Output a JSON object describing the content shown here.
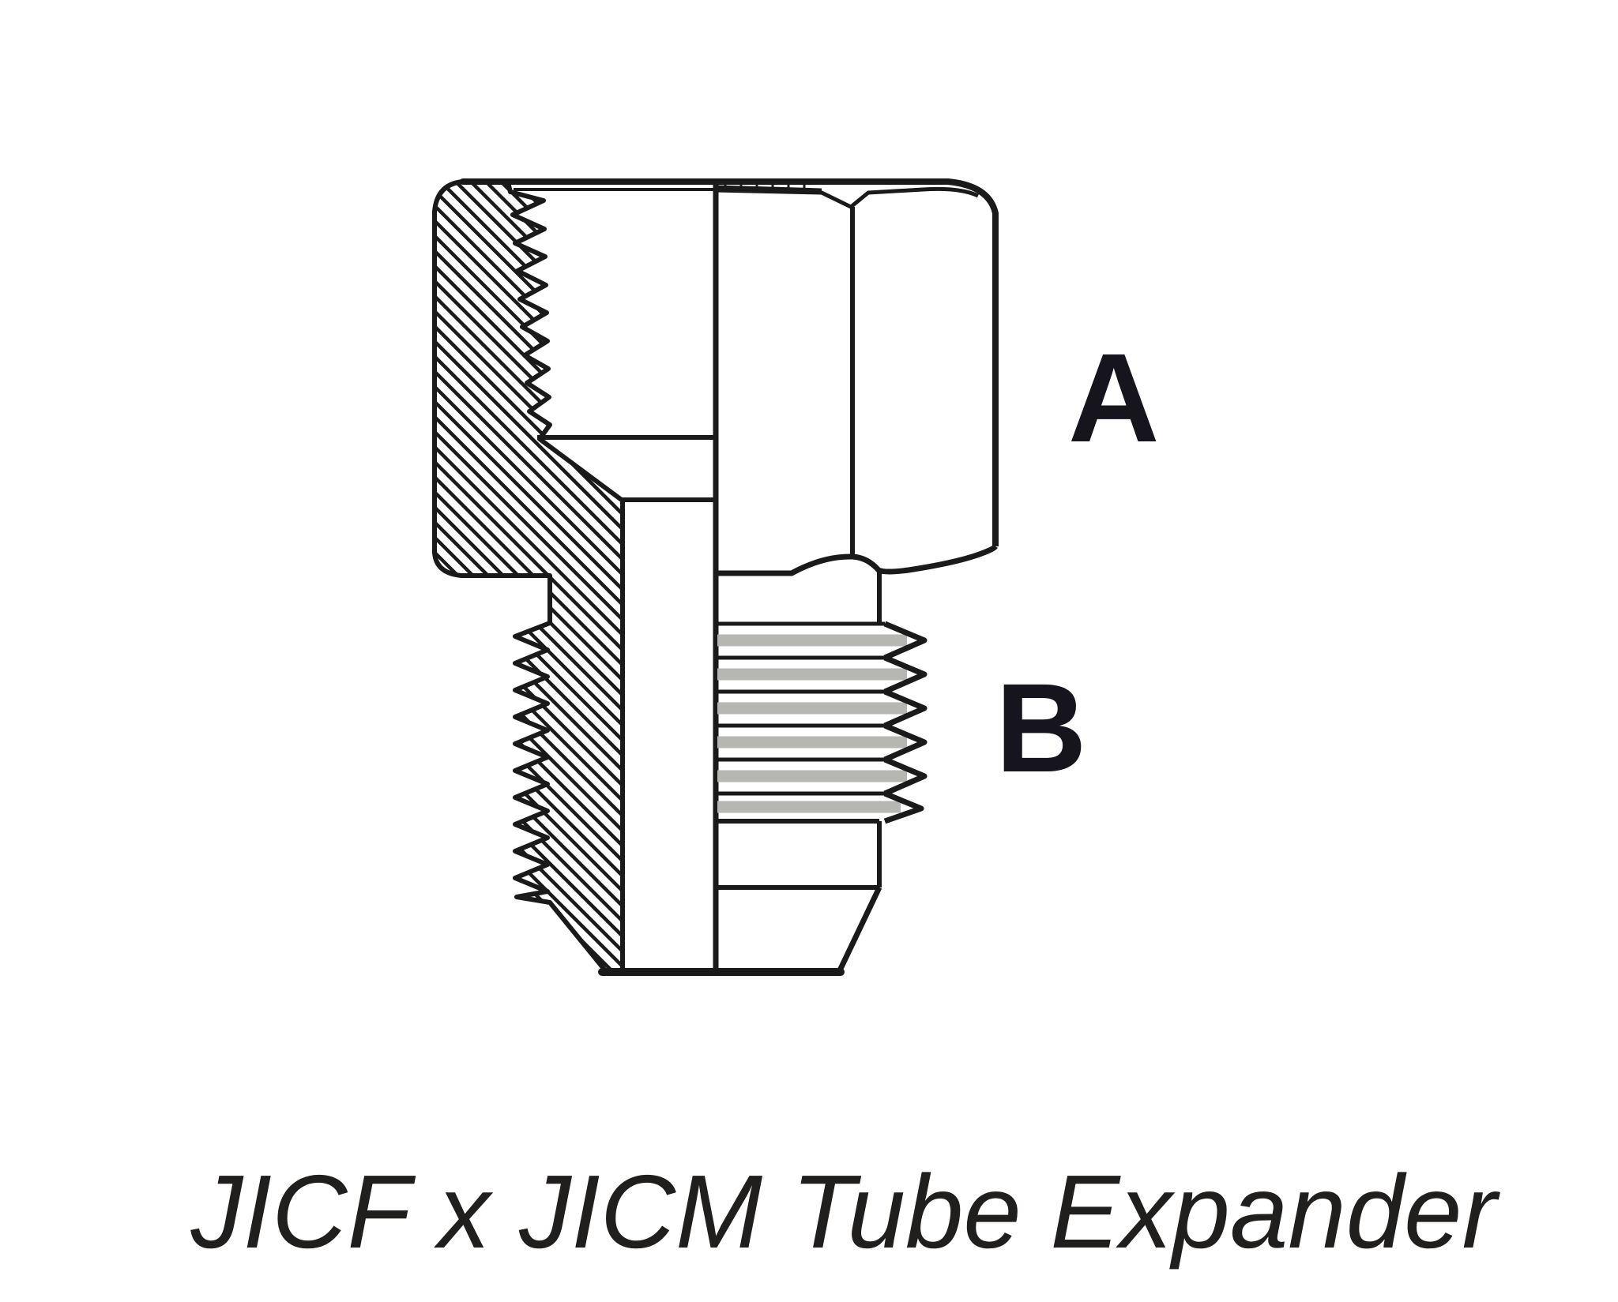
{
  "figure": {
    "caption": "JICF x JICM Tube Expander",
    "port_labels": {
      "a": "A",
      "b": "B"
    },
    "colors": {
      "background": "#ffffff",
      "ink": "#1a1a1a",
      "thread_shading": "#b6b6b2",
      "label_ink": "#16141d",
      "caption_ink": "#211e1e"
    }
  }
}
